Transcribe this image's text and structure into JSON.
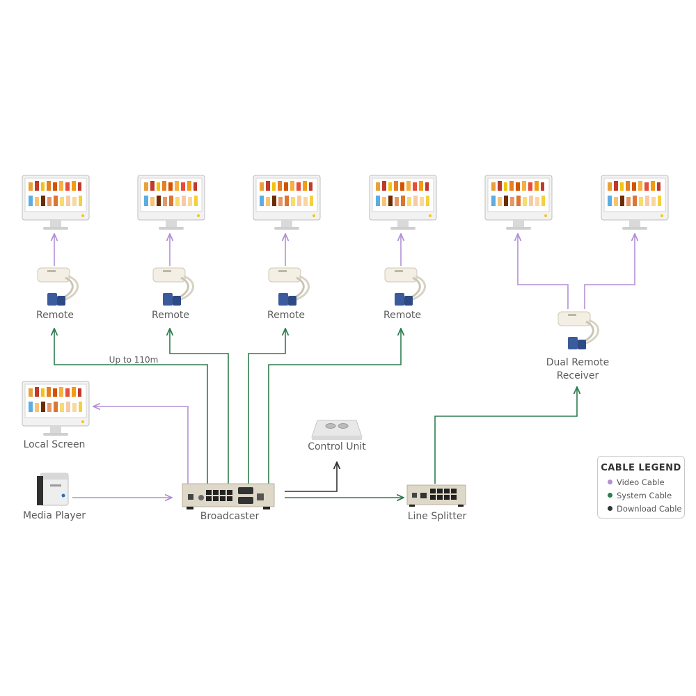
{
  "colors": {
    "video": "#b48fd6",
    "system": "#2e7d4e",
    "download": "#333333"
  },
  "devices": {
    "remote_label": "Remote",
    "dual_remote_label": "Dual Remote Receiver",
    "local_screen": "Local Screen",
    "media_player": "Media Player",
    "broadcaster": "Broadcaster",
    "control_unit": "Control Unit",
    "line_splitter": "Line Splitter"
  },
  "annotations": {
    "distance": "Up to 110m"
  },
  "legend": {
    "title": "CABLE LEGEND",
    "items": [
      {
        "label": "Video Cable",
        "color": "#b48fd6"
      },
      {
        "label": "System Cable",
        "color": "#2e7d4e"
      },
      {
        "label": "Download Cable",
        "color": "#333333"
      }
    ]
  }
}
